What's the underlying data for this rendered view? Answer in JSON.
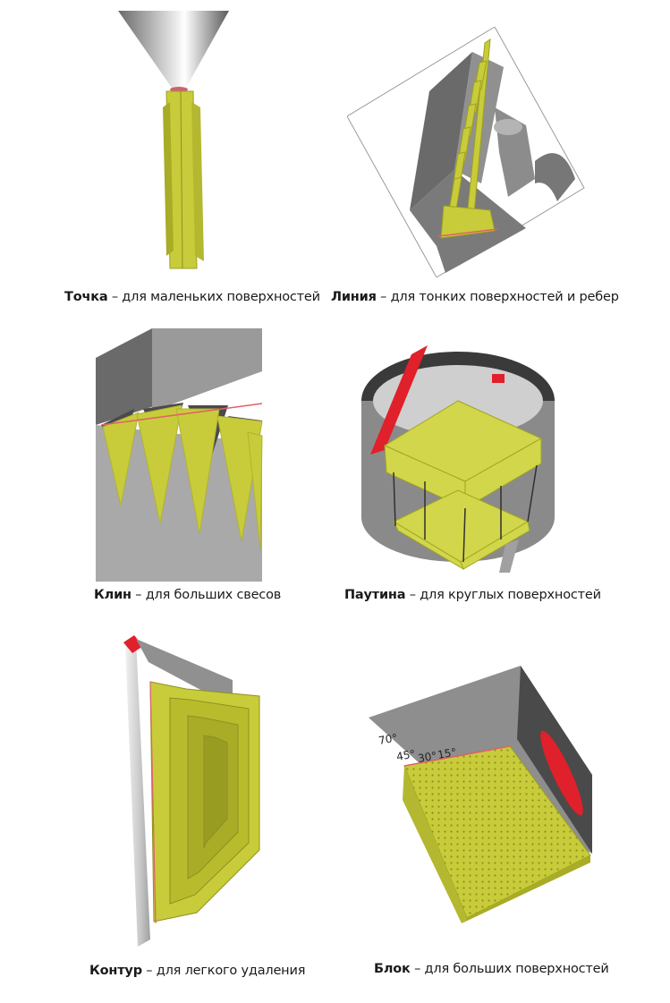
{
  "panels": [
    {
      "term": "Точка",
      "desc": " – для маленьких поверхностей"
    },
    {
      "term": "Линия",
      "desc": " – для тонких поверхностей и ребер"
    },
    {
      "term": "Клин",
      "desc": " – для больших свесов"
    },
    {
      "term": "Паутина",
      "desc": " – для круглых поверхностей"
    },
    {
      "term": "Контур",
      "desc": " – для легкого удаления"
    },
    {
      "term": "Блок",
      "desc": " – для больших поверхностей"
    }
  ],
  "angle_labels": [
    "70°",
    "45°",
    "30°",
    "15°"
  ],
  "colors": {
    "support": "#c8cc3a",
    "support_dark": "#9da021",
    "model": "#8a8a8a",
    "model_dark": "#4d4d4d",
    "accent": "#e0202a"
  }
}
